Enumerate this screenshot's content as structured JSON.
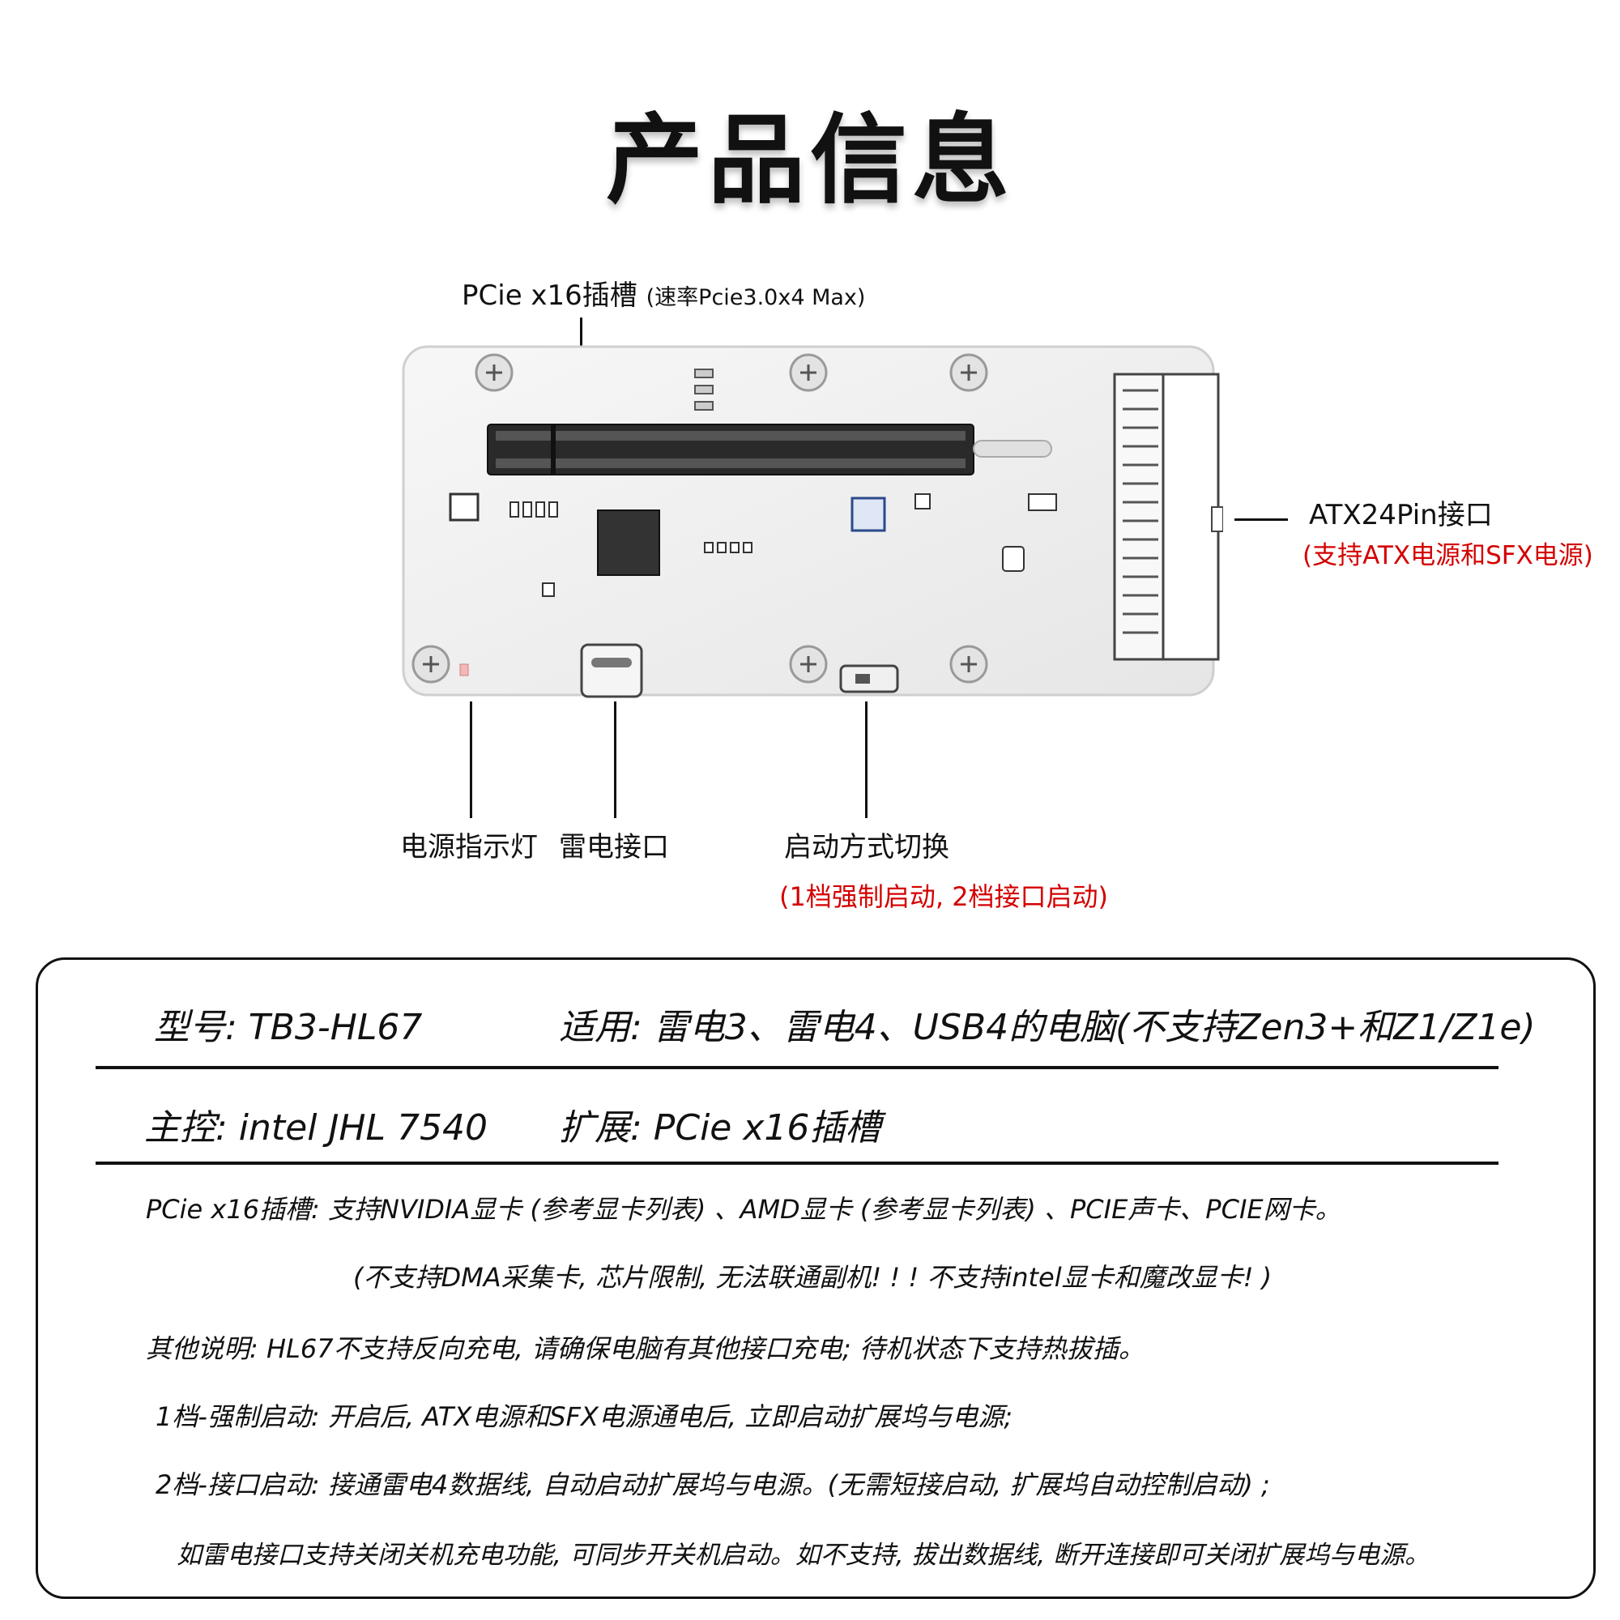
{
  "title": "产品信息",
  "callouts": {
    "pcie_slot": "PCie x16插槽",
    "pcie_speed": "(速率Pcie3.0x4 Max)",
    "atx_port": "ATX24Pin接口",
    "atx_support": "(支持ATX电源和SFX电源)",
    "power_led": "电源指示灯",
    "thunderbolt_port": "雷电接口",
    "boot_switch": "启动方式切换",
    "boot_modes": "(1档强制启动, 2档接口启动)"
  },
  "specs": {
    "model": "型号: TB3-HL67",
    "compat": "适用: 雷电3、雷电4、USB4的电脑(不支持Zen3+和Z1/Z1e)",
    "controller": "主控: intel JHL 7540",
    "expansion": "扩展: PCie x16插槽"
  },
  "notes": {
    "slot_support": "PCie x16插槽:   支持NVIDIA显卡 (参考显卡列表) 、AMD显卡 (参考显卡列表) 、PCIE声卡、PCIE网卡。",
    "slot_warning": "(不支持DMA采集卡, 芯片限制, 无法联通副机! ! ! 不支持intel显卡和魔改显卡! )",
    "other": "其他说明: HL67不支持反向充电, 请确保电脑有其他接口充电; 待机状态下支持热拔插。",
    "mode1": "1档-强制启动: 开启后, ATX电源和SFX电源通电后, 立即启动扩展坞与电源;",
    "mode2": "2档-接口启动: 接通雷电4数据线, 自动启动扩展坞与电源。(无需短接启动, 扩展坞自动控制启动) ;",
    "mode_warning": "如雷电接口支持关闭关机充电功能, 可同步开关机启动。如不支持, 拔出数据线, 断开连接即可关闭扩展坞与电源。"
  },
  "colors": {
    "accent_red": "#d40000",
    "board": "#f2f2f2"
  }
}
